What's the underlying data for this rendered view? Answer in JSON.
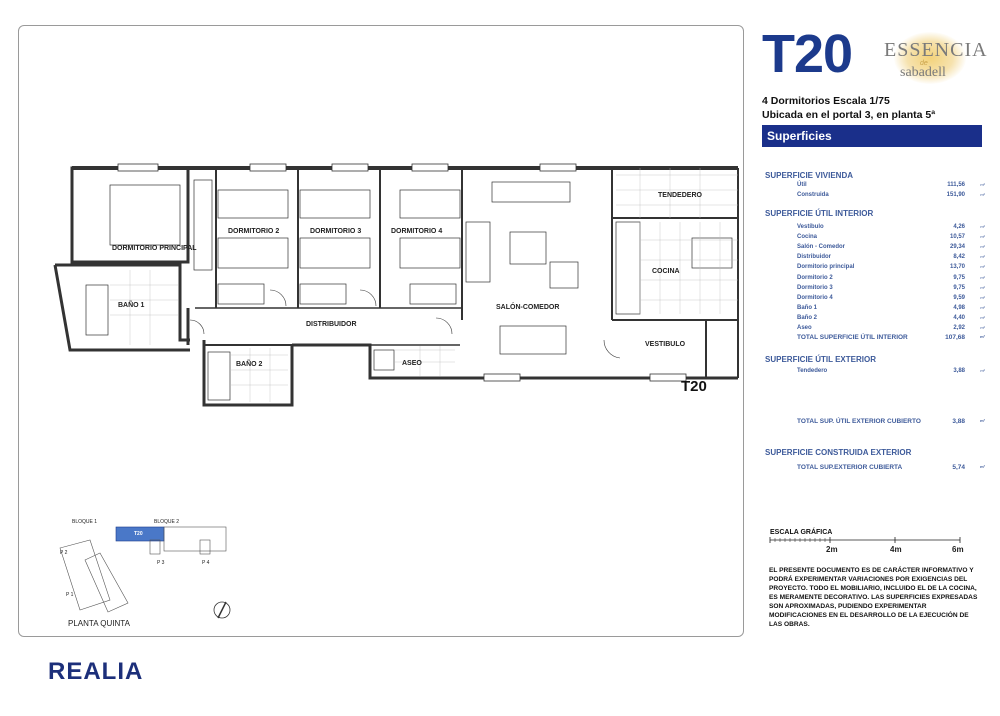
{
  "unit": {
    "code": "T20",
    "brand_line1": "ESSENCIA",
    "brand_de": "de",
    "brand_line2": "sabadell",
    "subtitle1": "4 Dormitorios  Escala 1/75",
    "subtitle2": "Ubicada en el portal 3, en planta 5ª",
    "section_bar": "Superficies"
  },
  "plan": {
    "rooms": {
      "dormitorio_principal": "DORMITORIO PRINCIPAL",
      "dormitorio_2": "DORMITORIO 2",
      "dormitorio_3": "DORMITORIO 3",
      "dormitorio_4": "DORMITORIO 4",
      "salon_comedor": "SALÓN-COMEDOR",
      "tendedero": "TENDEDERO",
      "cocina": "COCINA",
      "bano_1": "BAÑO 1",
      "bano_2": "BAÑO 2",
      "aseo": "ASEO",
      "distribuidor": "DISTRIBUIDOR",
      "vestibulo": "VESTIBULO"
    },
    "unit_label": "T20",
    "planta": "PLANTA QUINTA",
    "keyplan": {
      "bloque1": "BLOQUE 1",
      "bloque2": "BLOQUE 2",
      "unit": "T20",
      "p1": "P 1",
      "p2": "P 2",
      "p3": "P 3",
      "p4": "P 4"
    }
  },
  "surfaces": {
    "vivienda": {
      "title": "SUPERFICIE VIVIENDA",
      "rows": [
        {
          "label": "Útil",
          "value": "111,56",
          "unit": "m²"
        },
        {
          "label": "Construida",
          "value": "151,90",
          "unit": "m²"
        }
      ]
    },
    "util_interior": {
      "title": "SUPERFICIE ÚTIL INTERIOR",
      "rows": [
        {
          "label": "Vestíbulo",
          "value": "4,26",
          "unit": "m²"
        },
        {
          "label": "Cocina",
          "value": "10,57",
          "unit": "m²"
        },
        {
          "label": "Salón - Comedor",
          "value": "29,34",
          "unit": "m²"
        },
        {
          "label": "Distribuidor",
          "value": "8,42",
          "unit": "m²"
        },
        {
          "label": "Dormitorio principal",
          "value": "13,70",
          "unit": "m²"
        },
        {
          "label": "Dormitorio 2",
          "value": "9,75",
          "unit": "m²"
        },
        {
          "label": "Dormitorio 3",
          "value": "9,75",
          "unit": "m²"
        },
        {
          "label": "Dormitorio 4",
          "value": "9,59",
          "unit": "m²"
        },
        {
          "label": "Baño 1",
          "value": "4,98",
          "unit": "m²"
        },
        {
          "label": "Baño 2",
          "value": "4,40",
          "unit": "m²"
        },
        {
          "label": "Aseo",
          "value": "2,92",
          "unit": "m²"
        }
      ],
      "total_label": "TOTAL SUPERFICIE ÚTIL INTERIOR",
      "total_value": "107,68",
      "total_unit": "m²"
    },
    "util_exterior": {
      "title": "SUPERFICIE ÚTIL EXTERIOR",
      "rows": [
        {
          "label": "Tendedero",
          "value": "3,88",
          "unit": "m²"
        }
      ],
      "total_label": "TOTAL SUP. ÚTIL EXTERIOR CUBIERTO",
      "total_value": "3,88",
      "total_unit": "m²"
    },
    "construida_exterior": {
      "title": "SUPERFICIE CONSTRUIDA EXTERIOR",
      "total_label": "TOTAL SUP.EXTERIOR CUBIERTA",
      "total_value": "5,74",
      "total_unit": "m²"
    }
  },
  "scale": {
    "title": "ESCALA GRÁFICA",
    "ticks": [
      "2m",
      "4m",
      "6m"
    ]
  },
  "disclaimer": "EL PRESENTE DOCUMENTO ES DE CARÁCTER INFORMATIVO Y PODRÁ EXPERIMENTAR VARIACIONES POR EXIGENCIAS DEL PROYECTO. TODO EL MOBILIARIO, INCLUIDO EL DE LA COCINA, ES MERAMENTE DECORATIVO. LAS SUPERFICIES EXPRESADAS SON APROXIMADAS, PUDIENDO EXPERIMENTAR MODIFICACIONES EN EL DESARROLLO DE LA EJECUCIÓN DE LAS OBRAS.",
  "footer": {
    "logo": "REALIA"
  },
  "colors": {
    "brand_blue": "#1c3a8c",
    "bar_blue": "#1a2f8a",
    "text_blue": "#3d5a9a",
    "unit_highlight": "#4a78c8"
  }
}
